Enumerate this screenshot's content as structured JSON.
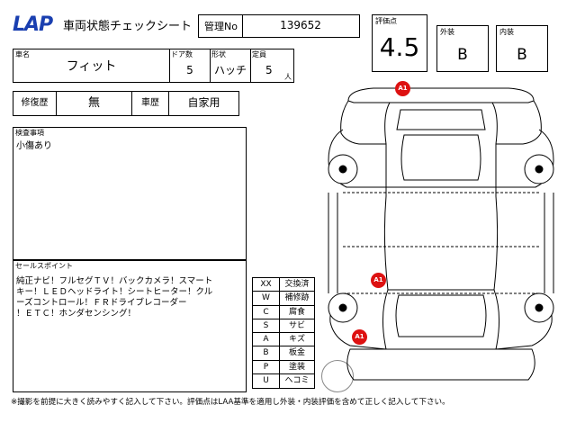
{
  "header": {
    "logo_text": "LAP",
    "sheet_title": "車両状態チェックシート",
    "control_no_label": "管理No",
    "control_no_value": "139652"
  },
  "grade": {
    "score_label": "評価点",
    "score_value": "4.5",
    "exterior_label": "外装",
    "exterior_value": "B",
    "interior_label": "内装",
    "interior_value": "B"
  },
  "vehicle": {
    "name_label": "車名",
    "name_value": "フィット",
    "doors_label": "ドア数",
    "doors_value": "5",
    "shape_label": "形状",
    "shape_value": "ハッチ",
    "capacity_label": "定員",
    "capacity_value": "5",
    "capacity_unit": "人"
  },
  "history": {
    "repair_label": "修復歴",
    "repair_value": "無",
    "usage_label": "車歴",
    "usage_value": "自家用"
  },
  "inspection": {
    "label": "検査事項",
    "text": "小傷あり"
  },
  "selling_points": {
    "label": "セールスポイント",
    "line1": "純正ナビ！フルセグＴＶ！バックカメラ！スマート",
    "line2": "キー！ＬＥＤヘッドライト！シートヒーター！クル",
    "line3": "ーズコントロール！ＦＲドライブレコーダー",
    "line4": "！ＥＴＣ！ホンダセンシング！"
  },
  "legend": [
    {
      "code": "XX",
      "desc": "交換済"
    },
    {
      "code": "W",
      "desc": "補修跡"
    },
    {
      "code": "C",
      "desc": "腐食"
    },
    {
      "code": "S",
      "desc": "サビ"
    },
    {
      "code": "A",
      "desc": "キズ"
    },
    {
      "code": "B",
      "desc": "板金"
    },
    {
      "code": "P",
      "desc": "塗装"
    },
    {
      "code": "U",
      "desc": "ヘコミ"
    }
  ],
  "damage_markers": [
    {
      "code": "A1"
    },
    {
      "code": "A1"
    },
    {
      "code": "A1"
    }
  ],
  "footer": {
    "note": "※撮影を前提に大きく読みやすく記入して下さい。評価点はLAA基準を適用し外装・内装評価を含めて正しく記入して下さい。"
  },
  "colors": {
    "logo": "#1a3fb0",
    "marker": "#dd1111"
  }
}
